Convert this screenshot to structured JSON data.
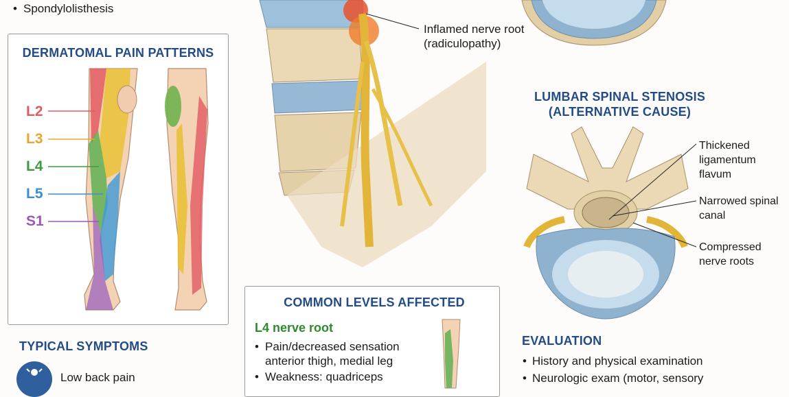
{
  "top_list": {
    "bullet": "•",
    "item": "Spondylolisthesis"
  },
  "dermatomal": {
    "title": "DERMATOMAL PAIN PATTERNS",
    "levels": [
      {
        "label": "L2",
        "color": "#e35a63"
      },
      {
        "label": "L3",
        "color": "#e8a72a"
      },
      {
        "label": "L4",
        "color": "#3e9b3e"
      },
      {
        "label": "L5",
        "color": "#3a8fd0"
      },
      {
        "label": "S1",
        "color": "#9a58b8"
      }
    ]
  },
  "spine": {
    "callout": "Inflamed nerve root (radiculopathy)"
  },
  "stenosis": {
    "title_line1": "LUMBAR SPINAL STENOSIS",
    "title_line2": "(ALTERNATIVE CAUSE)",
    "callouts": [
      "Thickened ligamentum flavum",
      "Narrowed spinal canal",
      "Compressed nerve roots"
    ]
  },
  "symptoms": {
    "title": "TYPICAL SYMPTOMS",
    "first_item": "Low back pain"
  },
  "common_levels": {
    "title": "COMMON LEVELS AFFECTED",
    "subtitle": "L4 nerve root",
    "items": [
      "Pain/decreased sensation anterior thigh, medial leg",
      "Weakness: quadriceps"
    ]
  },
  "evaluation": {
    "title": "EVALUATION",
    "items": [
      "History and physical examination",
      "Neurologic exam (motor, sensory"
    ]
  },
  "colors": {
    "heading": "#234c86",
    "subheading_green": "#2f8a2f",
    "nerve": "#e2b437",
    "disc": "#8fb3cf",
    "bone": "#e9d9b6"
  }
}
